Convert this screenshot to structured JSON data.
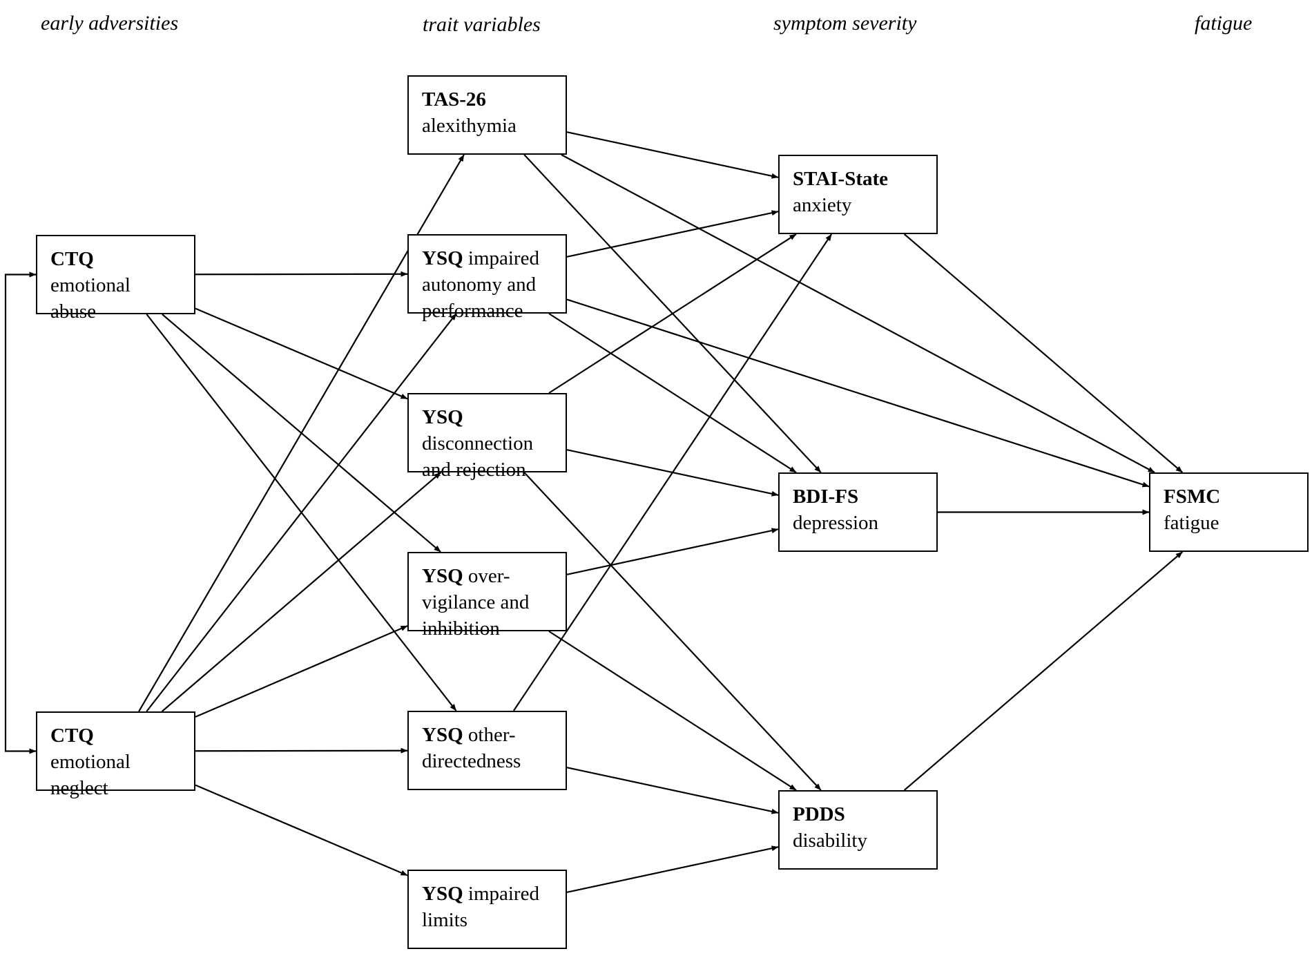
{
  "headers": {
    "early_adversities": "early adversities",
    "trait_variables": "trait variables",
    "symptom_severity": "symptom severity",
    "fatigue": "fatigue"
  },
  "nodes": {
    "ctq_abuse": {
      "abbr": "CTQ",
      "lines": [
        "emotional",
        "abuse"
      ]
    },
    "ctq_neglect": {
      "abbr": "CTQ",
      "lines": [
        "emotional",
        "neglect"
      ]
    },
    "tas26": {
      "abbr": "TAS-26",
      "lines": [
        "alexithymia"
      ]
    },
    "ysq_autonomy": {
      "abbr": "YSQ",
      "first_suffix": " impaired",
      "lines": [
        "autonomy and",
        "performance"
      ]
    },
    "ysq_disconnection": {
      "abbr": "YSQ",
      "lines": [
        "disconnection",
        "and rejection"
      ]
    },
    "ysq_overvigilance": {
      "abbr": "YSQ",
      "first_suffix": " over-",
      "lines": [
        "vigilance and",
        "inhibition"
      ]
    },
    "ysq_other": {
      "abbr": "YSQ",
      "first_suffix": " other-",
      "lines": [
        "directedness"
      ]
    },
    "ysq_limits": {
      "abbr": "YSQ",
      "first_suffix": " impaired",
      "lines": [
        "limits"
      ]
    },
    "stai": {
      "abbr": "STAI-State",
      "lines": [
        "anxiety"
      ]
    },
    "bdi": {
      "abbr": "BDI-FS",
      "lines": [
        "depression"
      ]
    },
    "pdds": {
      "abbr": "PDDS",
      "lines": [
        "disability"
      ]
    },
    "fsmc": {
      "abbr": "FSMC",
      "lines": [
        "fatigue"
      ]
    }
  },
  "edges": [
    [
      "ctq_abuse",
      "ysq_autonomy"
    ],
    [
      "ctq_abuse",
      "ysq_disconnection"
    ],
    [
      "ctq_abuse",
      "ysq_overvigilance"
    ],
    [
      "ctq_abuse",
      "ysq_other"
    ],
    [
      "ctq_neglect",
      "tas26"
    ],
    [
      "ctq_neglect",
      "ysq_autonomy"
    ],
    [
      "ctq_neglect",
      "ysq_disconnection"
    ],
    [
      "ctq_neglect",
      "ysq_overvigilance"
    ],
    [
      "ctq_neglect",
      "ysq_other"
    ],
    [
      "ctq_neglect",
      "ysq_limits"
    ],
    [
      "tas26",
      "stai"
    ],
    [
      "tas26",
      "bdi"
    ],
    [
      "tas26",
      "fsmc"
    ],
    [
      "ysq_autonomy",
      "stai"
    ],
    [
      "ysq_autonomy",
      "bdi"
    ],
    [
      "ysq_autonomy",
      "fsmc"
    ],
    [
      "ysq_disconnection",
      "stai"
    ],
    [
      "ysq_disconnection",
      "bdi"
    ],
    [
      "ysq_disconnection",
      "pdds"
    ],
    [
      "ysq_overvigilance",
      "bdi"
    ],
    [
      "ysq_overvigilance",
      "pdds"
    ],
    [
      "ysq_other",
      "stai"
    ],
    [
      "ysq_other",
      "pdds"
    ],
    [
      "ysq_limits",
      "pdds"
    ],
    [
      "stai",
      "fsmc"
    ],
    [
      "bdi",
      "fsmc"
    ],
    [
      "pdds",
      "fsmc"
    ]
  ],
  "bidirectional": [
    [
      "ctq_abuse",
      "ctq_neglect"
    ]
  ]
}
